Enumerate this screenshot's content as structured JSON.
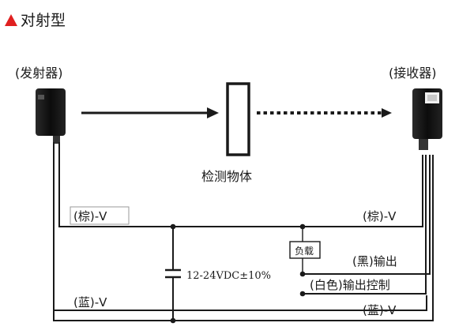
{
  "header": {
    "title": "对射型",
    "marker_color": "#e02020"
  },
  "emitter": {
    "label": "(发射器)"
  },
  "receiver": {
    "label": "(接收器)"
  },
  "object": {
    "label": "检测物体"
  },
  "wires": {
    "brown_left": "(棕)-V",
    "brown_right": "(棕)-V",
    "black": "(黑)输出",
    "white": "(白色)输出控制",
    "blue_left": "(蓝)-V",
    "blue_right": "(蓝)-V"
  },
  "load": {
    "label": "负载"
  },
  "power": {
    "label": "12-24VDC±10%"
  }
}
